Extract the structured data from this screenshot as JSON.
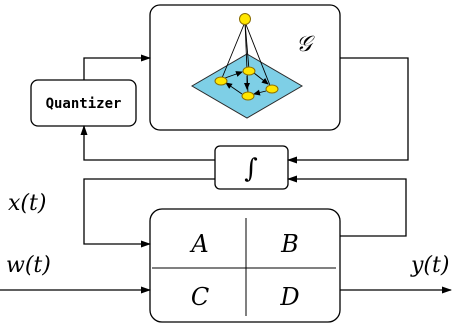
{
  "colors": {
    "stroke": "#000000",
    "plane_fill": "#7ecfe6",
    "plane_stroke": "#2a2a2a",
    "node_fill": "#ffe600",
    "node_stroke": "#8a6d00"
  },
  "blocks": {
    "graph": {
      "label": "𝒢"
    },
    "quantizer": {
      "label": "Quantizer"
    },
    "integrator": {
      "label": "∫"
    },
    "plant": {
      "cells": {
        "a": "A",
        "b": "B",
        "c": "C",
        "d": "D"
      }
    }
  },
  "signals": {
    "x": "x(t)",
    "w": "w(t)",
    "y": "y(t)"
  }
}
